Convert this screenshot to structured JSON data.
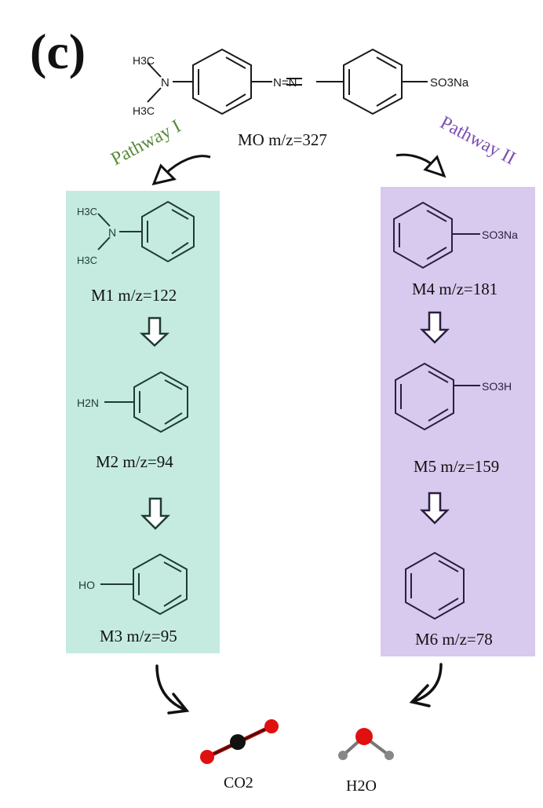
{
  "panel_label": "(c)",
  "colors": {
    "pathway_1_text": "#5a8a3a",
    "pathway_2_text": "#7b4fb3",
    "pathway_1_box": "#c5ebe1",
    "pathway_2_box": "#d8c9ee",
    "left_stroke": "#1f3b32",
    "right_stroke": "#2a1f3d",
    "oxygen": "#e01010",
    "carbon": "#111111",
    "hydrogen": "#888888"
  },
  "parent": {
    "caption": "MO m/z=327",
    "group_left": "N",
    "me_top": "H3C",
    "me_bottom": "H3C",
    "azo": "N=N",
    "sulfonate": "SO3Na"
  },
  "pathways": [
    {
      "label": "Pathway I"
    },
    {
      "label": "Pathway II"
    }
  ],
  "intermediates": {
    "m1": {
      "caption": "M1 m/z=122",
      "substituent": "N(CH3)2"
    },
    "m2": {
      "caption": "M2 m/z=94",
      "substituent": "H2N"
    },
    "m3": {
      "caption": "M3 m/z=95",
      "substituent": "HO"
    },
    "m4": {
      "caption": "M4 m/z=181",
      "substituent": "SO3Na"
    },
    "m5": {
      "caption": "M5 m/z=159",
      "substituent": "SO3H"
    },
    "m6": {
      "caption": "M6 m/z=78",
      "substituent": ""
    }
  },
  "products": [
    {
      "label": "CO2"
    },
    {
      "label": "H2O"
    }
  ]
}
